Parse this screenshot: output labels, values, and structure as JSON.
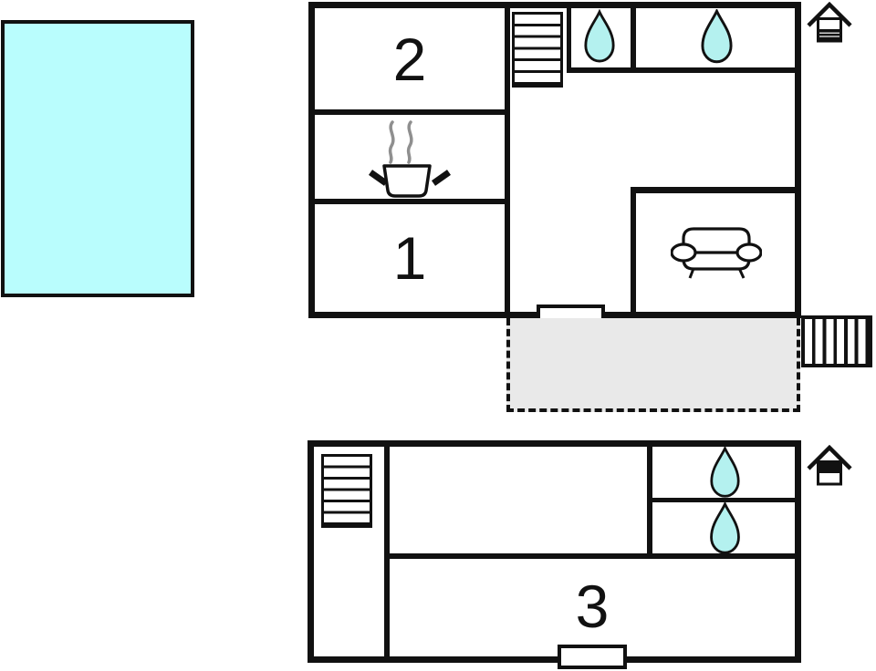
{
  "colors": {
    "water": "#b9fdfd",
    "drop": "#b4f1ef",
    "terrace": "#e9e9e9",
    "wall": "#111111",
    "steam": "#8f8f8f"
  },
  "pool": {
    "icon": "swimming-pool"
  },
  "floors": [
    {
      "name": "ground-floor",
      "room_labels": [
        "2",
        "1"
      ],
      "features": [
        "staircase",
        "bathroom",
        "bathroom",
        "kitchen",
        "living-room-sofa",
        "entrance-door",
        "terrace",
        "exterior-staircase",
        "house-level-indicator-ground"
      ]
    },
    {
      "name": "upper-floor",
      "room_labels": [
        "3"
      ],
      "features": [
        "staircase",
        "bathroom",
        "bathroom",
        "entrance-door",
        "house-level-indicator-upper"
      ]
    }
  ]
}
